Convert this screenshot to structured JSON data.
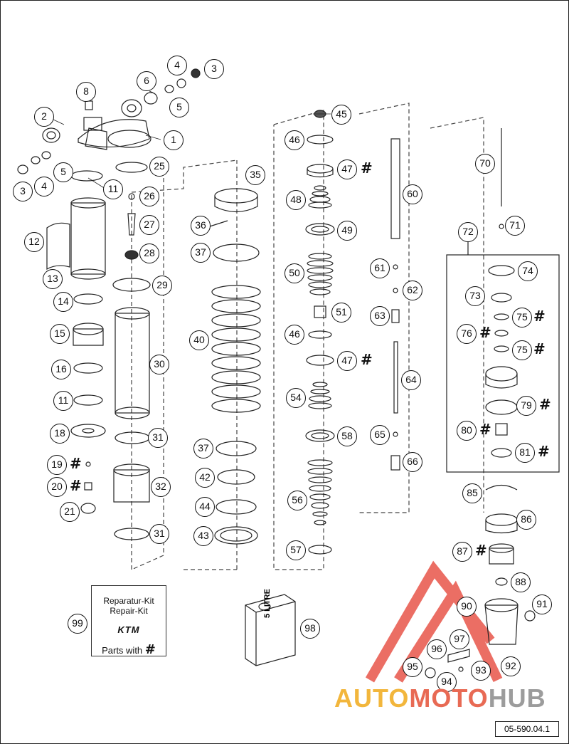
{
  "labels": [
    {
      "id": "c1",
      "text": "1"
    },
    {
      "id": "c2",
      "text": "2"
    },
    {
      "id": "c3a",
      "text": "3"
    },
    {
      "id": "c3b",
      "text": "3"
    },
    {
      "id": "c4a",
      "text": "4"
    },
    {
      "id": "c4b",
      "text": "4"
    },
    {
      "id": "c5a",
      "text": "5"
    },
    {
      "id": "c5b",
      "text": "5"
    },
    {
      "id": "c6",
      "text": "6"
    },
    {
      "id": "c8",
      "text": "8"
    },
    {
      "id": "c11a",
      "text": "11"
    },
    {
      "id": "c11b",
      "text": "11"
    },
    {
      "id": "c12",
      "text": "12"
    },
    {
      "id": "c13",
      "text": "13"
    },
    {
      "id": "c14",
      "text": "14"
    },
    {
      "id": "c15",
      "text": "15"
    },
    {
      "id": "c16",
      "text": "16"
    },
    {
      "id": "c18",
      "text": "18"
    },
    {
      "id": "c19",
      "text": "19"
    },
    {
      "id": "c20",
      "text": "20"
    },
    {
      "id": "c21",
      "text": "21"
    },
    {
      "id": "c25",
      "text": "25"
    },
    {
      "id": "c26",
      "text": "26"
    },
    {
      "id": "c27",
      "text": "27"
    },
    {
      "id": "c28",
      "text": "28"
    },
    {
      "id": "c29",
      "text": "29"
    },
    {
      "id": "c30",
      "text": "30"
    },
    {
      "id": "c31a",
      "text": "31"
    },
    {
      "id": "c31b",
      "text": "31"
    },
    {
      "id": "c32",
      "text": "32"
    },
    {
      "id": "c35",
      "text": "35"
    },
    {
      "id": "c36",
      "text": "36"
    },
    {
      "id": "c37a",
      "text": "37"
    },
    {
      "id": "c37b",
      "text": "37"
    },
    {
      "id": "c40",
      "text": "40"
    },
    {
      "id": "c42",
      "text": "42"
    },
    {
      "id": "c43",
      "text": "43"
    },
    {
      "id": "c44",
      "text": "44"
    },
    {
      "id": "c45",
      "text": "45"
    },
    {
      "id": "c46a",
      "text": "46"
    },
    {
      "id": "c46b",
      "text": "46"
    },
    {
      "id": "c47a",
      "text": "47"
    },
    {
      "id": "c47b",
      "text": "47"
    },
    {
      "id": "c48",
      "text": "48"
    },
    {
      "id": "c49",
      "text": "49"
    },
    {
      "id": "c50",
      "text": "50"
    },
    {
      "id": "c51",
      "text": "51"
    },
    {
      "id": "c54",
      "text": "54"
    },
    {
      "id": "c56",
      "text": "56"
    },
    {
      "id": "c57",
      "text": "57"
    },
    {
      "id": "c58",
      "text": "58"
    },
    {
      "id": "c60",
      "text": "60"
    },
    {
      "id": "c61",
      "text": "61"
    },
    {
      "id": "c62",
      "text": "62"
    },
    {
      "id": "c63",
      "text": "63"
    },
    {
      "id": "c64",
      "text": "64"
    },
    {
      "id": "c65",
      "text": "65"
    },
    {
      "id": "c66",
      "text": "66"
    },
    {
      "id": "c70",
      "text": "70"
    },
    {
      "id": "c71",
      "text": "71"
    },
    {
      "id": "c72",
      "text": "72"
    },
    {
      "id": "c73",
      "text": "73"
    },
    {
      "id": "c74",
      "text": "74"
    },
    {
      "id": "c75a",
      "text": "75"
    },
    {
      "id": "c75b",
      "text": "75"
    },
    {
      "id": "c76",
      "text": "76"
    },
    {
      "id": "c79",
      "text": "79"
    },
    {
      "id": "c80",
      "text": "80"
    },
    {
      "id": "c81",
      "text": "81"
    },
    {
      "id": "c85",
      "text": "85"
    },
    {
      "id": "c86",
      "text": "86"
    },
    {
      "id": "c87",
      "text": "87"
    },
    {
      "id": "c88",
      "text": "88"
    },
    {
      "id": "c90",
      "text": "90"
    },
    {
      "id": "c91",
      "text": "91"
    },
    {
      "id": "c92",
      "text": "92"
    },
    {
      "id": "c93",
      "text": "93"
    },
    {
      "id": "c94",
      "text": "94"
    },
    {
      "id": "c95",
      "text": "95"
    },
    {
      "id": "c96",
      "text": "96"
    },
    {
      "id": "c97",
      "text": "97"
    },
    {
      "id": "c98",
      "text": "98"
    },
    {
      "id": "c99",
      "text": "99"
    }
  ],
  "hash_symbol": "#",
  "repair_kit": {
    "line1": "Reparatur-Kit",
    "line2": "Repair-Kit",
    "logo": "KTM",
    "parts_with": "Parts with",
    "hash": "#"
  },
  "can_label": "5 LITRE",
  "catalog_number": "05-590.04.1",
  "watermark": {
    "part1": "AUTO",
    "part2": "MOTO",
    "part3": "HUB"
  },
  "colors": {
    "line": "#111111",
    "watermark_red": "#e8554a",
    "watermark_orange": "#f2b63c",
    "watermark_gray": "#9c9c9c"
  }
}
